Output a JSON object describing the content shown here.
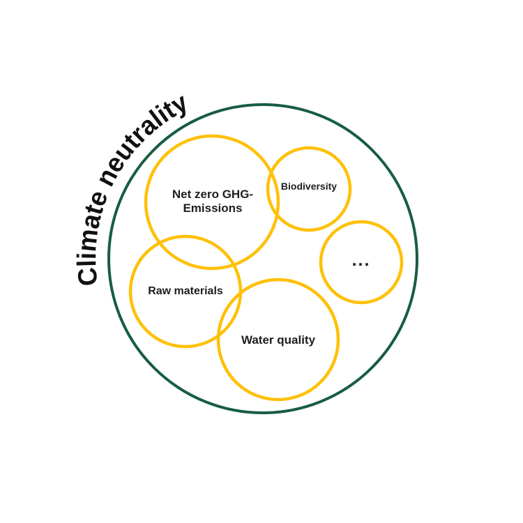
{
  "figure": {
    "title": "Climate neutrality",
    "topics": {
      "net_zero": {
        "line1": "Net zero GHG-",
        "line2": "Emissions"
      },
      "biodiversity": "Biodiversity",
      "raw_materials": "Raw materials",
      "water_quality": "Water quality",
      "more": "..."
    }
  },
  "colors": {
    "outer_ring": "#175D42",
    "topic_ring": "#FFC008",
    "title_text": "#111111",
    "label_text": "#1E1E1E",
    "background": "#FFFFFF"
  }
}
